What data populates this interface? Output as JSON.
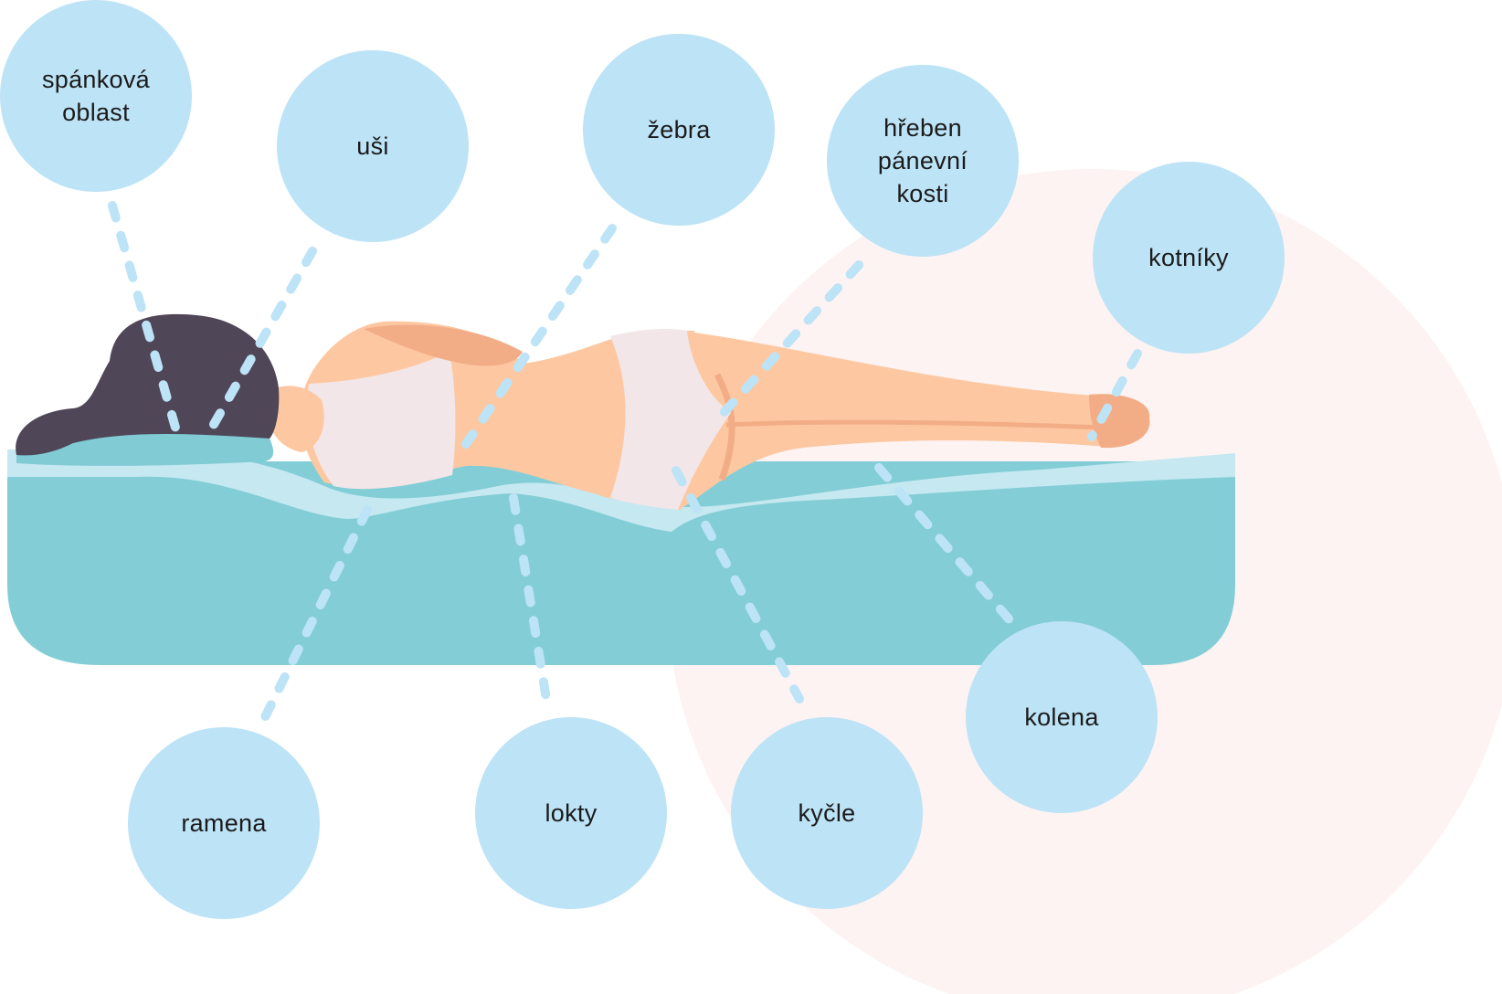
{
  "labels": {
    "temple": "spánková\noblast",
    "ears": "uši",
    "ribs": "žebra",
    "iliac_crest": "hřeben\npánevní\nkosti",
    "ankles": "kotníky",
    "shoulders": "ramena",
    "elbows": "lokty",
    "hips": "kyčle",
    "knees": "kolena"
  },
  "colors": {
    "bubble": "#bde3f6",
    "leader_line": "#bde3f6",
    "mattress": "#83ced6",
    "mattress_top_layer": "#c6e8f1",
    "pillow": "#80cbd4",
    "hair": "#4f4658",
    "skin": "#fdc8a1",
    "skin_shadow": "#f2ad87",
    "underwear": "#f2e6e8",
    "background_circle": "#fdf3f2"
  }
}
